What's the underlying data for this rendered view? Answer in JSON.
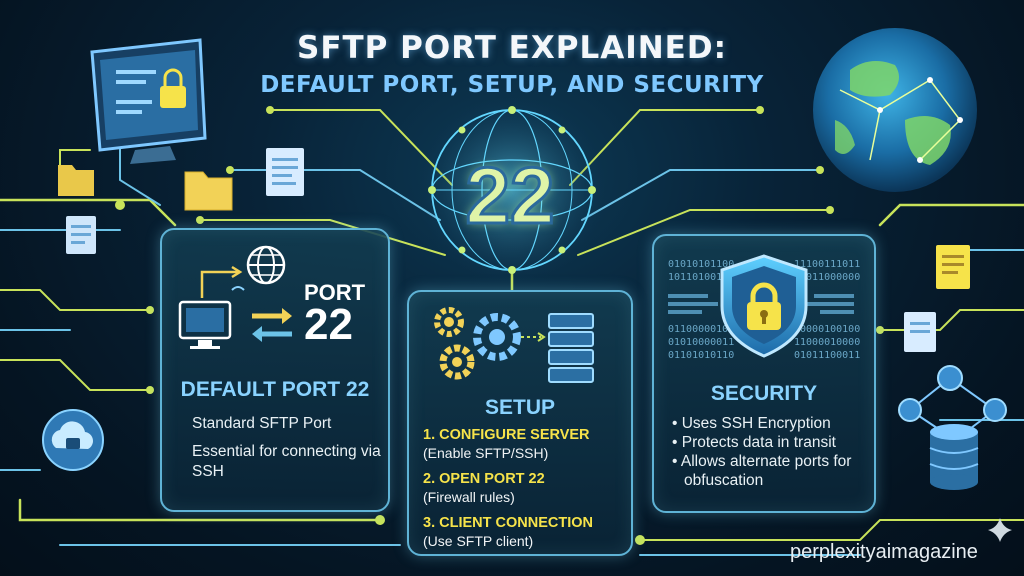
{
  "title": {
    "line1": "SFTP PORT EXPLAINED:",
    "line2": "DEFAULT PORT, SETUP, AND SECURITY"
  },
  "center_number": "22",
  "left_panel": {
    "port_word": "PORT",
    "port_number": "22",
    "heading": "DEFAULT PORT 22",
    "lines": [
      "Standard SFTP Port",
      "Essential for connecting via SSH"
    ]
  },
  "middle_panel": {
    "heading": "SETUP",
    "steps": [
      {
        "title": "1. CONFIGURE SERVER",
        "detail": "(Enable SFTP/SSH)"
      },
      {
        "title": "2. OPEN PORT 22",
        "detail": "(Firewall rules)"
      },
      {
        "title": "3. CLIENT CONNECTION",
        "detail": "(Use SFTP client)"
      }
    ]
  },
  "right_panel": {
    "heading": "SECURITY",
    "binary_left": [
      "01010101100",
      "10110100101",
      "",
      "",
      "",
      "01100000100",
      "01010000011",
      "01101010110"
    ],
    "binary_right": [
      "11100111011",
      "01011000000",
      "",
      "",
      "",
      "10000100100",
      "11000010000",
      "01011100011"
    ],
    "bullets": [
      "Uses SSH Encryption",
      "Protects data in transit",
      "Allows alternate ports for obfuscation"
    ]
  },
  "brand": "perplexityaimagazine",
  "colors": {
    "accent_blue": "#7fc8ff",
    "step_yellow": "#f6e34a",
    "panel_border": "#5fb3d6",
    "circuit": "#c8e35a"
  },
  "icons": [
    "monitor-lock-icon",
    "folder-icon",
    "document-icon",
    "globe-icon",
    "shield-lock-icon",
    "gear-icon",
    "server-icon",
    "cloud-lock-icon",
    "database-icon",
    "network-nodes-icon",
    "sparkle-icon"
  ]
}
